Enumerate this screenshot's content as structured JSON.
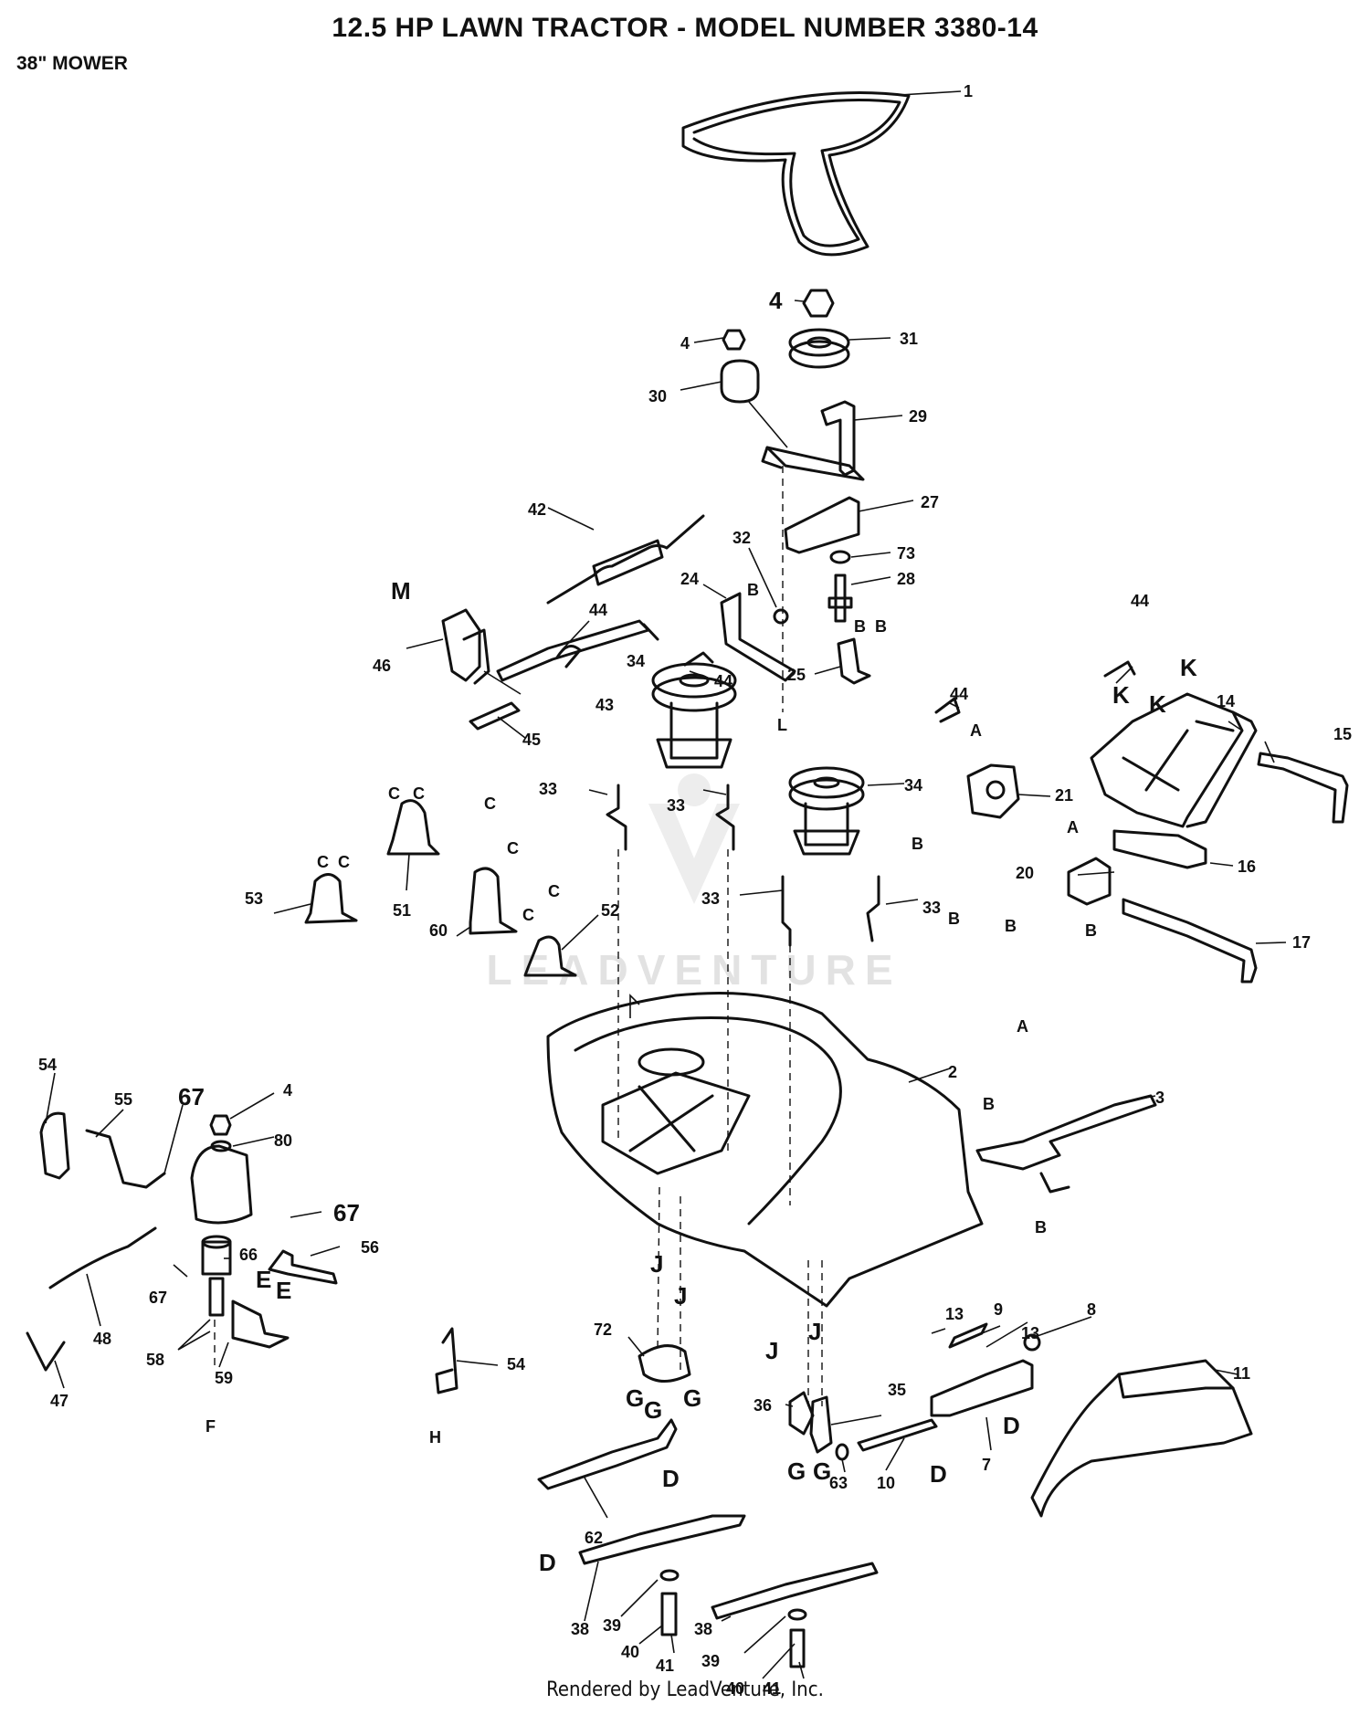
{
  "title": "12.5 HP LAWN TRACTOR - MODEL NUMBER 3380-14",
  "subtitle": "38\" MOWER",
  "footer": "Rendered by LeadVenture, Inc.",
  "watermark": "LEADVENTURE",
  "callouts": [
    {
      "id": "c1",
      "text": "1"
    },
    {
      "id": "c4a",
      "text": "4"
    },
    {
      "id": "c4b",
      "text": "4"
    },
    {
      "id": "c31",
      "text": "31"
    },
    {
      "id": "c30",
      "text": "30"
    },
    {
      "id": "c29",
      "text": "29"
    },
    {
      "id": "c27",
      "text": "27"
    },
    {
      "id": "c42",
      "text": "42"
    },
    {
      "id": "c32",
      "text": "32"
    },
    {
      "id": "c73",
      "text": "73"
    },
    {
      "id": "c28",
      "text": "28"
    },
    {
      "id": "cM",
      "text": "M"
    },
    {
      "id": "c44a",
      "text": "44"
    },
    {
      "id": "c24",
      "text": "24"
    },
    {
      "id": "cB1",
      "text": "B"
    },
    {
      "id": "cB2",
      "text": "B"
    },
    {
      "id": "cB3",
      "text": "B"
    },
    {
      "id": "c46",
      "text": "46"
    },
    {
      "id": "c44b",
      "text": "44"
    },
    {
      "id": "c25",
      "text": "25"
    },
    {
      "id": "c34a",
      "text": "34"
    },
    {
      "id": "c43",
      "text": "43"
    },
    {
      "id": "cL",
      "text": "L"
    },
    {
      "id": "c45",
      "text": "45"
    },
    {
      "id": "c44c",
      "text": "44"
    },
    {
      "id": "cK1",
      "text": "K"
    },
    {
      "id": "cK2",
      "text": "K"
    },
    {
      "id": "cK3",
      "text": "K"
    },
    {
      "id": "c44d",
      "text": "44"
    },
    {
      "id": "c14",
      "text": "14"
    },
    {
      "id": "c15",
      "text": "15"
    },
    {
      "id": "cC1",
      "text": "C"
    },
    {
      "id": "cC2",
      "text": "C"
    },
    {
      "id": "cC3",
      "text": "C"
    },
    {
      "id": "cC4",
      "text": "C"
    },
    {
      "id": "c33a",
      "text": "33"
    },
    {
      "id": "c33b",
      "text": "33"
    },
    {
      "id": "c34b",
      "text": "34"
    },
    {
      "id": "cA1",
      "text": "A"
    },
    {
      "id": "c21",
      "text": "21"
    },
    {
      "id": "cB4",
      "text": "B"
    },
    {
      "id": "c53",
      "text": "53"
    },
    {
      "id": "c51",
      "text": "51"
    },
    {
      "id": "cC5",
      "text": "C"
    },
    {
      "id": "cC6",
      "text": "C"
    },
    {
      "id": "c60",
      "text": "60"
    },
    {
      "id": "c52",
      "text": "52"
    },
    {
      "id": "cC7",
      "text": "C"
    },
    {
      "id": "cC8",
      "text": "C"
    },
    {
      "id": "c33c",
      "text": "33"
    },
    {
      "id": "c33d",
      "text": "33"
    },
    {
      "id": "cB5",
      "text": "B"
    },
    {
      "id": "cA2",
      "text": "A"
    },
    {
      "id": "c20",
      "text": "20"
    },
    {
      "id": "c16",
      "text": "16"
    },
    {
      "id": "cB6",
      "text": "B"
    },
    {
      "id": "cB7",
      "text": "B"
    },
    {
      "id": "c17",
      "text": "17"
    },
    {
      "id": "cA3",
      "text": "A"
    },
    {
      "id": "c2",
      "text": "2"
    },
    {
      "id": "c3",
      "text": "3"
    },
    {
      "id": "cB8",
      "text": "B"
    },
    {
      "id": "cB9",
      "text": "B"
    },
    {
      "id": "c54a",
      "text": "54"
    },
    {
      "id": "c55",
      "text": "55"
    },
    {
      "id": "c67a",
      "text": "67"
    },
    {
      "id": "c4c",
      "text": "4"
    },
    {
      "id": "c80",
      "text": "80"
    },
    {
      "id": "c67b",
      "text": "67"
    },
    {
      "id": "c66",
      "text": "66"
    },
    {
      "id": "c56",
      "text": "56"
    },
    {
      "id": "c67c",
      "text": "67"
    },
    {
      "id": "cE1",
      "text": "E"
    },
    {
      "id": "cE2",
      "text": "E"
    },
    {
      "id": "c48",
      "text": "48"
    },
    {
      "id": "c58",
      "text": "58"
    },
    {
      "id": "c59",
      "text": "59"
    },
    {
      "id": "c47",
      "text": "47"
    },
    {
      "id": "cF",
      "text": "F"
    },
    {
      "id": "c54b",
      "text": "54"
    },
    {
      "id": "cH",
      "text": "H"
    },
    {
      "id": "cJ1",
      "text": "J"
    },
    {
      "id": "cJ2",
      "text": "J"
    },
    {
      "id": "cJ3",
      "text": "J"
    },
    {
      "id": "cJ4",
      "text": "J"
    },
    {
      "id": "c13a",
      "text": "13"
    },
    {
      "id": "c9",
      "text": "9"
    },
    {
      "id": "c13b",
      "text": "13"
    },
    {
      "id": "c8",
      "text": "8"
    },
    {
      "id": "c72",
      "text": "72"
    },
    {
      "id": "cG1",
      "text": "G"
    },
    {
      "id": "cG2",
      "text": "G"
    },
    {
      "id": "cG3",
      "text": "G"
    },
    {
      "id": "c36",
      "text": "36"
    },
    {
      "id": "c35",
      "text": "35"
    },
    {
      "id": "c11",
      "text": "11"
    },
    {
      "id": "cD1",
      "text": "D"
    },
    {
      "id": "c7",
      "text": "7"
    },
    {
      "id": "cD2",
      "text": "D"
    },
    {
      "id": "c10",
      "text": "10"
    },
    {
      "id": "c63",
      "text": "63"
    },
    {
      "id": "cG4",
      "text": "G"
    },
    {
      "id": "cG5",
      "text": "G"
    },
    {
      "id": "cD3",
      "text": "D"
    },
    {
      "id": "c62",
      "text": "62"
    },
    {
      "id": "cD4",
      "text": "D"
    },
    {
      "id": "c38a",
      "text": "38"
    },
    {
      "id": "c39a",
      "text": "39"
    },
    {
      "id": "c40a",
      "text": "40"
    },
    {
      "id": "c41a",
      "text": "41"
    },
    {
      "id": "c38b",
      "text": "38"
    },
    {
      "id": "c39b",
      "text": "39"
    },
    {
      "id": "c40b",
      "text": "40"
    },
    {
      "id": "c41b",
      "text": "41"
    }
  ]
}
